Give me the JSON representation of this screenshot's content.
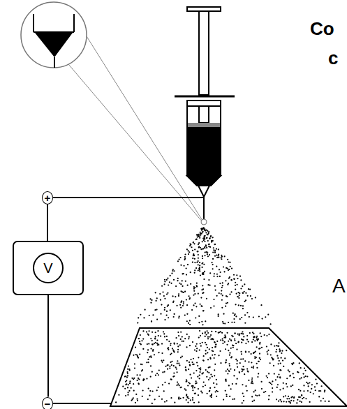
{
  "diagram": {
    "nodes": [
      {
        "text": [
          "+"
        ]
      },
      {
        "text": [
          "V"
        ]
      },
      {
        "text": [
          "−"
        ]
      }
    ],
    "edges": [
      {
        "from": 0,
        "to": 1,
        "arrow": "none"
      },
      {
        "from": 1,
        "to": 2,
        "arrow": "none"
      }
    ],
    "labels": [
      "Co",
      "c",
      "A"
    ]
  }
}
